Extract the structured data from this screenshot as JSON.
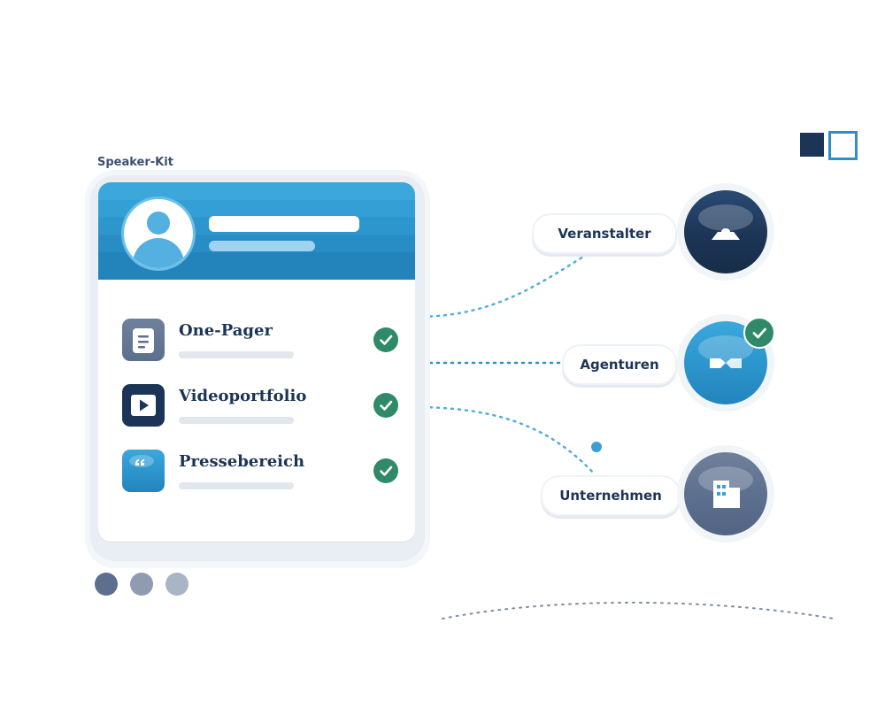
{
  "kit": {
    "label": "Speaker-Kit",
    "items": [
      {
        "title": "One-Pager",
        "icon": "document-icon",
        "checked": true
      },
      {
        "title": "Videoportfolio",
        "icon": "play-icon",
        "checked": true
      },
      {
        "title": "Pressebereich",
        "icon": "quote-icon",
        "checked": true
      }
    ]
  },
  "targets": [
    {
      "label": "Veranstalter",
      "icon": "stage-icon",
      "checked": false
    },
    {
      "label": "Agenturen",
      "icon": "handshake-icon",
      "checked": true
    },
    {
      "label": "Unternehmen",
      "icon": "building-icon",
      "checked": false
    }
  ],
  "colors": {
    "navy": "#1c3556",
    "blue": "#2e8fca",
    "slate": "#5c6f8e",
    "green": "#2e8a68",
    "pagination_dots": [
      "#5c6f8e",
      "#8e9bb0",
      "#a9b4c4"
    ]
  }
}
